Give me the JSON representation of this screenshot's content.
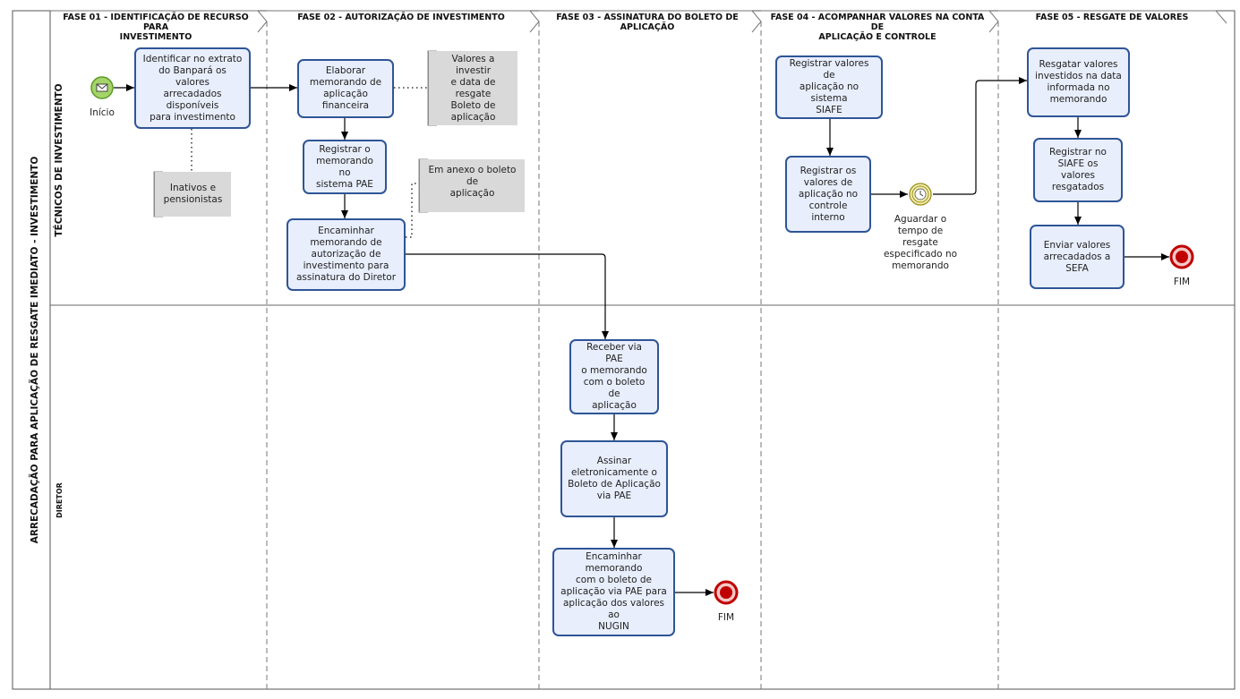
{
  "pool": {
    "title": "ARRECADAÇÃO PARA APLICAÇÃO DE RESGATE IMEDIATO - INVESTIMENTO"
  },
  "lanes": [
    {
      "title": "TÉCNICOS DE INVESTIMENTO"
    },
    {
      "title": "DIRETOR"
    }
  ],
  "phases": [
    {
      "title": "FASE 01 - IDENTIFICAÇÃO DE RECURSO PARA\nINVESTIMENTO"
    },
    {
      "title": "FASE 02 - AUTORIZAÇÃO DE INVESTIMENTO"
    },
    {
      "title": "FASE 03 - ASSINATURA DO BOLETO DE APLICAÇÃO"
    },
    {
      "title": "FASE 04 - ACOMPANHAR VALORES NA CONTA DE\nAPLICAÇÃO E CONTROLE"
    },
    {
      "title": "FASE 05 - RESGATE DE VALORES"
    }
  ],
  "events": {
    "start": {
      "label": "Início"
    },
    "timer": {
      "label": "Aguardar o\ntempo de\nresgate\nespecificado no\nmemorando"
    },
    "end_diretor": {
      "label": "FIM"
    },
    "end_tecnicos": {
      "label": "FIM"
    }
  },
  "tasks": {
    "identificar": "Identificar no extrato\ndo Banpará os valores\narrecadados disponíveis\npara investimento",
    "elaborar": "Elaborar\nmemorando de\naplicação financeira",
    "registrar_pae": "Registrar o\nmemorando no\nsistema PAE",
    "encaminhar_autorizacao": "Encaminhar\nmemorando de\nautorização de\ninvestimento para\nassinatura do Diretor",
    "receber": "Receber via PAE\no memorando\ncom o boleto de\naplicação",
    "assinar": "Assinar\neletronicamente o\nBoleto de Aplicação\nvia PAE",
    "encaminhar_nugin": "Encaminhar memorando\ncom o boleto de\naplicação  via PAE para\naplicação dos valores ao\nNUGIN",
    "registrar_siafe": "Registrar valores de\naplicação  no sistema\nSIAFE",
    "registrar_controle": "Registrar os\nvalores de\naplicação no\ncontrole interno",
    "resgatar": "Resgatar valores\ninvestidos na data\ninformada no\nmemorando",
    "registrar_resgatados": "Registrar no\nSIAFE os valores\nresgatados",
    "enviar_sefa": "Enviar valores\narrecadados a SEFA"
  },
  "annotations": {
    "inativos": "Inativos e\npensionistas",
    "valores": "Valores a investir\ne data de resgate\nBoleto de\naplicação",
    "anexo": "Em anexo o boleto de\naplicação"
  },
  "icons": {
    "start": "envelope-icon",
    "timer": "clock-icon",
    "end": "terminate-icon"
  },
  "colors": {
    "task_fill": "#e8eefc",
    "task_border": "#2f5596",
    "start_fill": "#a5d46a",
    "end_fill": "#c00000",
    "annotation_fill": "#d9d9d9"
  }
}
